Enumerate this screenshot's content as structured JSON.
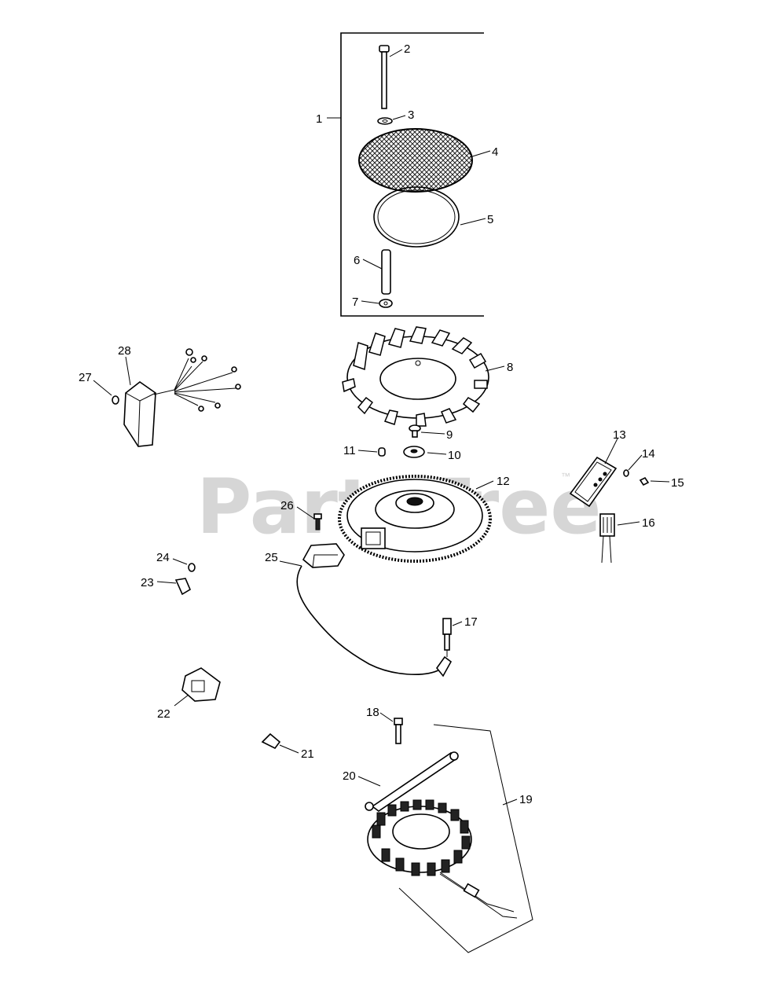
{
  "watermark": {
    "text": "PartsTree",
    "trademark": "™"
  },
  "callouts": [
    "1",
    "2",
    "3",
    "4",
    "5",
    "6",
    "7",
    "8",
    "9",
    "10",
    "11",
    "12",
    "13",
    "14",
    "15",
    "16",
    "17",
    "18",
    "19",
    "20",
    "21",
    "22",
    "23",
    "24",
    "25",
    "26",
    "27",
    "28"
  ]
}
